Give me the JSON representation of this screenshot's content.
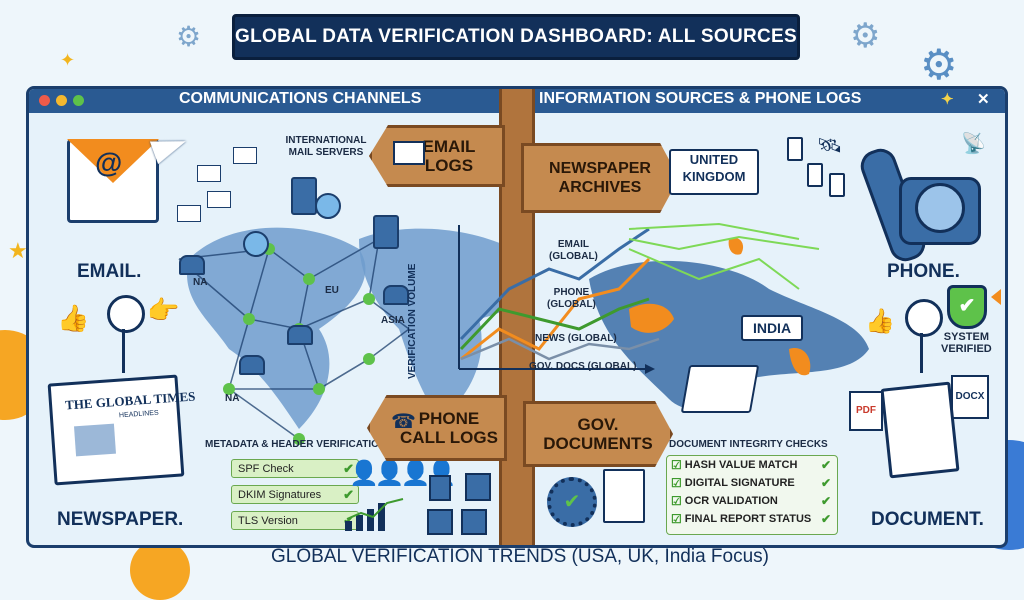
{
  "title": "GLOBAL DATA VERIFICATION DASHBOARD: ALL SOURCES",
  "window": {
    "left_title": "COMMUNICATIONS CHANNELS",
    "right_title": "INFORMATION SOURCES & PHONE LOGS",
    "controls": {
      "minimize": "—",
      "maximize": "□",
      "close": "✕"
    },
    "spark": "✦"
  },
  "left_panel": {
    "mail_servers_label": "INTERNATIONAL\nMAIL SERVERS",
    "email_label": "EMAIL.",
    "newspaper_label": "NEWSPAPER.",
    "newspaper_masthead": "THE GLOBAL TIMES",
    "newspaper_sub": "HEADLINES",
    "regions": [
      "NA",
      "EU",
      "ASIA",
      "NA"
    ],
    "metadata_title": "METADATA & HEADER VERIFICATION",
    "metadata_checks": [
      "SPF Check",
      "DKIM Signatures",
      "TLS Version"
    ],
    "email_icon": "at-sign-icon"
  },
  "signpost": {
    "email_logs": "EMAIL\nLOGS",
    "newspaper_archives": "NEWSPAPER\nARCHIVES",
    "phone_call_logs": "PHONE\nCALL LOGS",
    "gov_documents": "GOV.\nDOCUMENTS"
  },
  "chart": {
    "ylabel": "VERIFICATION VOLUME",
    "series_labels": [
      "EMAIL\n(GLOBAL)",
      "PHONE\n(GLOBAL)",
      "NEWS (GLOBAL)",
      "GOV. DOCS (GLOBAL)"
    ]
  },
  "right_panel": {
    "uk_label": "UNITED\nKINGDOM",
    "india_label": "INDIA",
    "phone_label": "PHONE.",
    "system_verified": "SYSTEM\nVERIFIED",
    "document_label": "DOCUMENT.",
    "pdf": "PDF",
    "docx": "DOCX",
    "integrity_title": "DOCUMENT INTEGRITY CHECKS",
    "integrity_checks": [
      "HASH VALUE MATCH",
      "DIGITAL SIGNATURE",
      "OCR VALIDATION",
      "FINAL REPORT STATUS"
    ]
  },
  "footer": "GLOBAL VERIFICATION TRENDS (USA, UK, India Focus)",
  "glyphs": {
    "check": "✔",
    "box_check": "☑",
    "at": "@"
  },
  "colors": {
    "navy": "#12305a",
    "accent_orange": "#f28c1e",
    "check_green": "#3e9a2e",
    "wood": "#c58a4f"
  }
}
